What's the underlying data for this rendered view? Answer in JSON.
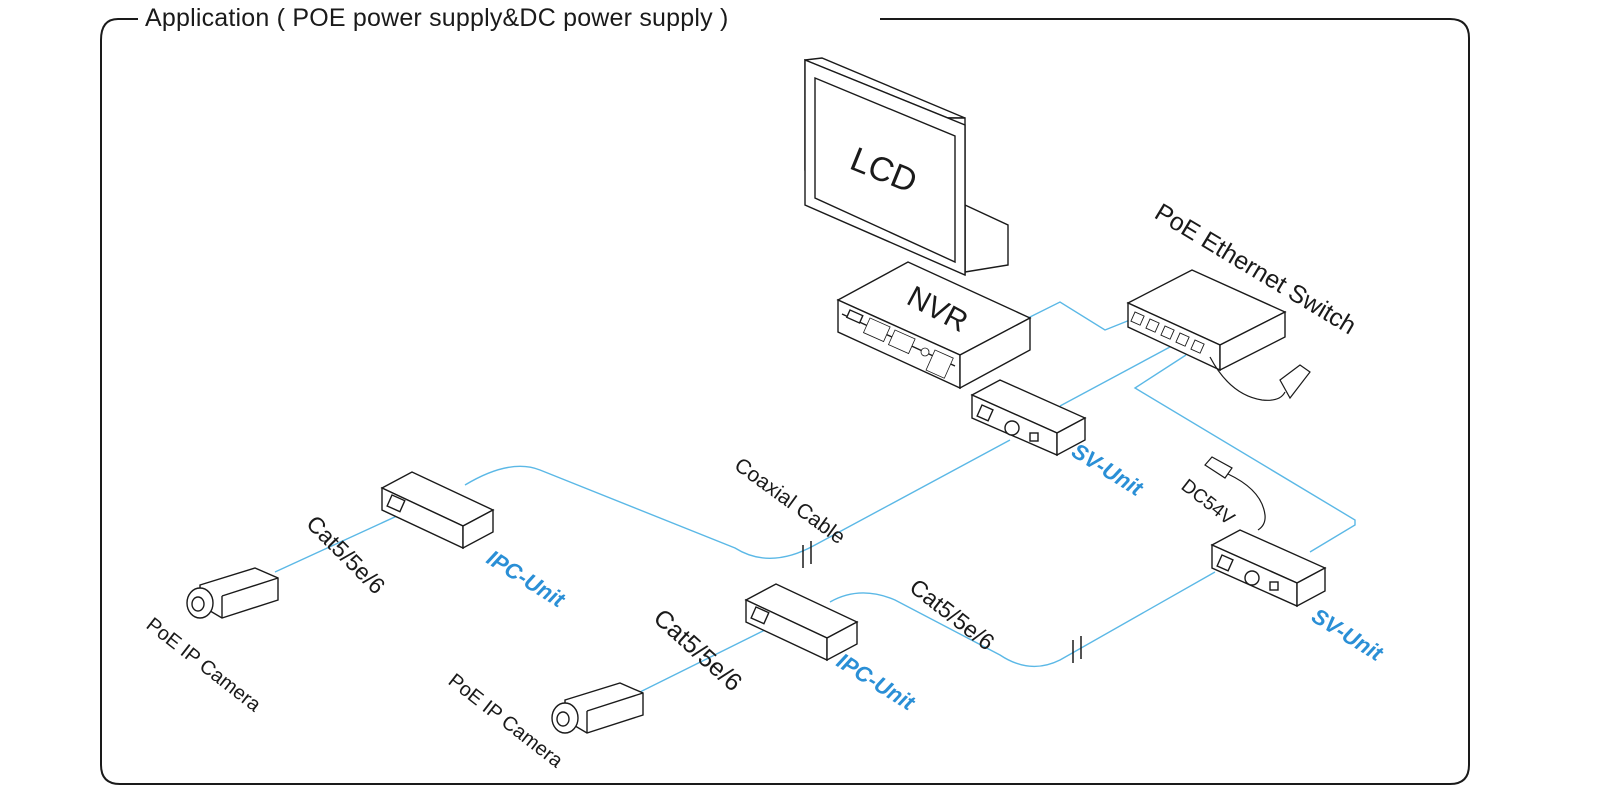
{
  "title": "Application ( POE power supply&DC power supply )",
  "colors": {
    "cable": "#5bb8e6",
    "accent_label": "#2a8fd6",
    "line": "#1a1a1a"
  },
  "devices": {
    "lcd": "LCD",
    "nvr": "NVR",
    "switch": "PoE Ethernet Switch",
    "sv_unit_top": "SV-Unit",
    "sv_unit_right": "SV-Unit",
    "ipc_unit_left": "IPC-Unit",
    "ipc_unit_mid": "IPC-Unit",
    "camera_left": "PoE IP Camera",
    "camera_mid": "PoE IP Camera",
    "dc_power": "DC54V"
  },
  "cables": {
    "coaxial": "Coaxial Cable",
    "cat_left": "Cat5/5e/6",
    "cat_mid": "Cat5/5e/6",
    "cat_right": "Cat5/5e/6"
  }
}
